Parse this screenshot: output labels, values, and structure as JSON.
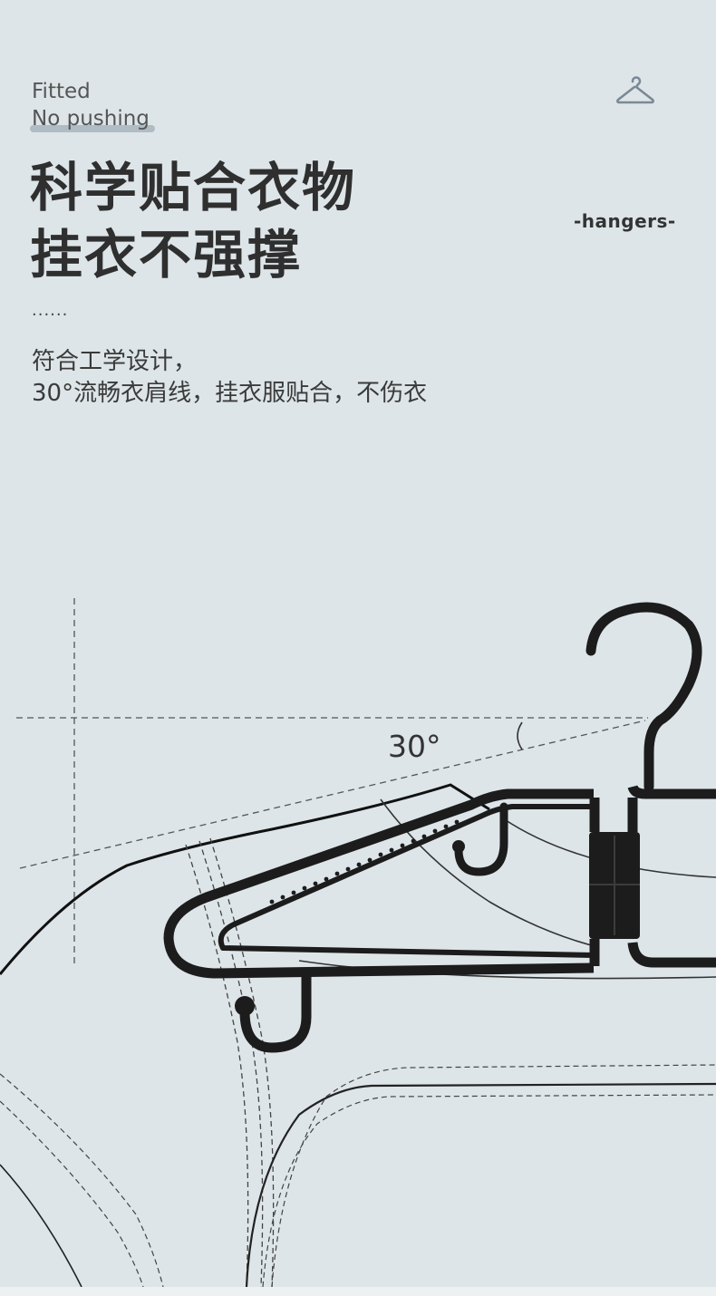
{
  "header": {
    "en_line1": "Fitted",
    "en_line2": "No pushing",
    "brand": "-hangers-",
    "icon": "hanger-icon"
  },
  "title": {
    "line1": "科学贴合衣物",
    "line2": "挂衣不强撑"
  },
  "separator": "......",
  "description": {
    "line1": "符合工学设计，",
    "line2": "30°流畅衣肩线，挂衣服贴合，不伤衣"
  },
  "illustration": {
    "angle_label": "30°",
    "hanger_color": "#222222",
    "line_color": "#333333",
    "background_color": "#dde5e8"
  }
}
